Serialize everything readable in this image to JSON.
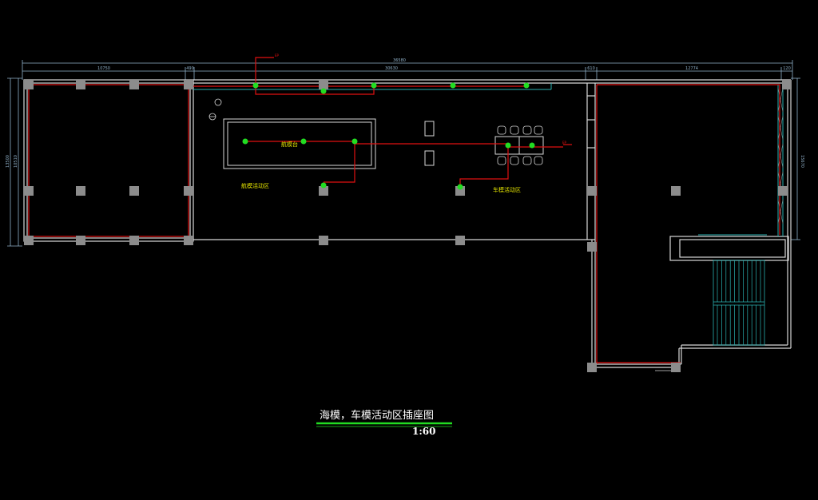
{
  "drawing": {
    "title": "海模，车模活动区插座图",
    "scale": "1:60"
  },
  "dimensions": {
    "top_total": "36580",
    "top_seg1": "10750",
    "top_seg2": "490",
    "top_seg3": "30630",
    "top_seg4": "610",
    "top_seg5": "12774",
    "top_seg6": "120",
    "left_outer": "13500",
    "left_inner": "10510",
    "right": "15670"
  },
  "labels": {
    "table": "航模台",
    "zone_left": "航模活动区",
    "zone_right": "车模活动区",
    "socket_tag_top": "EP",
    "socket_tag_right": "EP"
  },
  "colors": {
    "wall": "#d8d8d8",
    "circuit": "#e01010",
    "socket": "#22dd22",
    "column": "#8c8c8c",
    "window": "#2ab0b0",
    "title_underline": "#22dd22",
    "dimension": "#8fb0c8"
  }
}
